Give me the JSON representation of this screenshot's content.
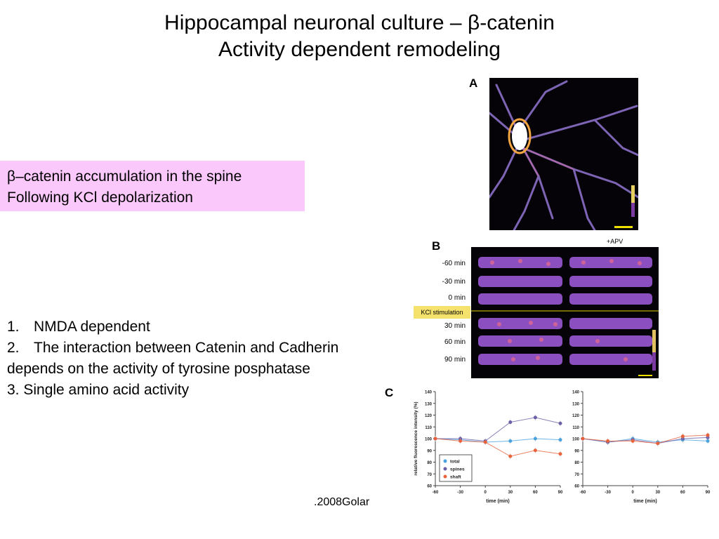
{
  "slide": {
    "title_line1": "Hippocampal neuronal culture – β-catenin",
    "title_line2": "Activity dependent remodeling",
    "callout_line1": "β–catenin accumulation in the spine",
    "callout_line2": "Following KCl depolarization",
    "list": [
      {
        "num": "1.",
        "text": "NMDA dependent"
      },
      {
        "num": "2.",
        "text": "The interaction between Catenin  and Cadherin"
      },
      {
        "num": "",
        "text": "depends on the activity of tyrosine posphatase"
      },
      {
        "num": "",
        "text": "3. Single amino acid activity"
      }
    ],
    "credit": ".2008Golar"
  },
  "figure": {
    "panel_a_label": "A",
    "panel_b_label": "B",
    "panel_c_label": "C",
    "apv_label": "+APV",
    "kcl_label": "KCl stimulation",
    "time_labels": [
      "-60 min",
      "-30 min",
      "0 min",
      "30 min",
      "60 min",
      "90 min"
    ]
  },
  "chart_data": [
    {
      "type": "line",
      "ylabel": "relative fluorescence intensity (%)",
      "xlabel": "time (min)",
      "x": [
        -60,
        -30,
        0,
        30,
        60,
        90
      ],
      "ylim": [
        60,
        140
      ],
      "yticks": [
        60,
        70,
        80,
        90,
        100,
        110,
        120,
        130,
        140
      ],
      "xticks": [
        -60,
        -30,
        0,
        30,
        60,
        90
      ],
      "legend_placement": "bottom-left",
      "series": [
        {
          "name": "total",
          "color": "#4aa3df",
          "values": [
            100,
            99,
            97,
            98,
            100,
            99
          ]
        },
        {
          "name": "spines",
          "color": "#6b5fa8",
          "values": [
            100,
            100,
            98,
            114,
            118,
            113
          ]
        },
        {
          "name": "shaft",
          "color": "#e8623c",
          "values": [
            100,
            98,
            97,
            85,
            90,
            87
          ]
        }
      ]
    },
    {
      "type": "line",
      "x": [
        -60,
        -30,
        0,
        30,
        60,
        90
      ],
      "ylim": [
        60,
        140
      ],
      "yticks": [
        60,
        70,
        80,
        90,
        100,
        110,
        120,
        130,
        140
      ],
      "xticks": [
        -60,
        -30,
        0,
        30,
        60,
        90
      ],
      "xlabel": "time (min)",
      "series": [
        {
          "name": "total",
          "color": "#4aa3df",
          "values": [
            100,
            97,
            100,
            97,
            99,
            98
          ]
        },
        {
          "name": "spines",
          "color": "#6b5fa8",
          "values": [
            100,
            97,
            99,
            96,
            100,
            101
          ]
        },
        {
          "name": "shaft",
          "color": "#e8623c",
          "values": [
            100,
            98,
            98,
            96,
            102,
            103
          ]
        }
      ]
    }
  ]
}
